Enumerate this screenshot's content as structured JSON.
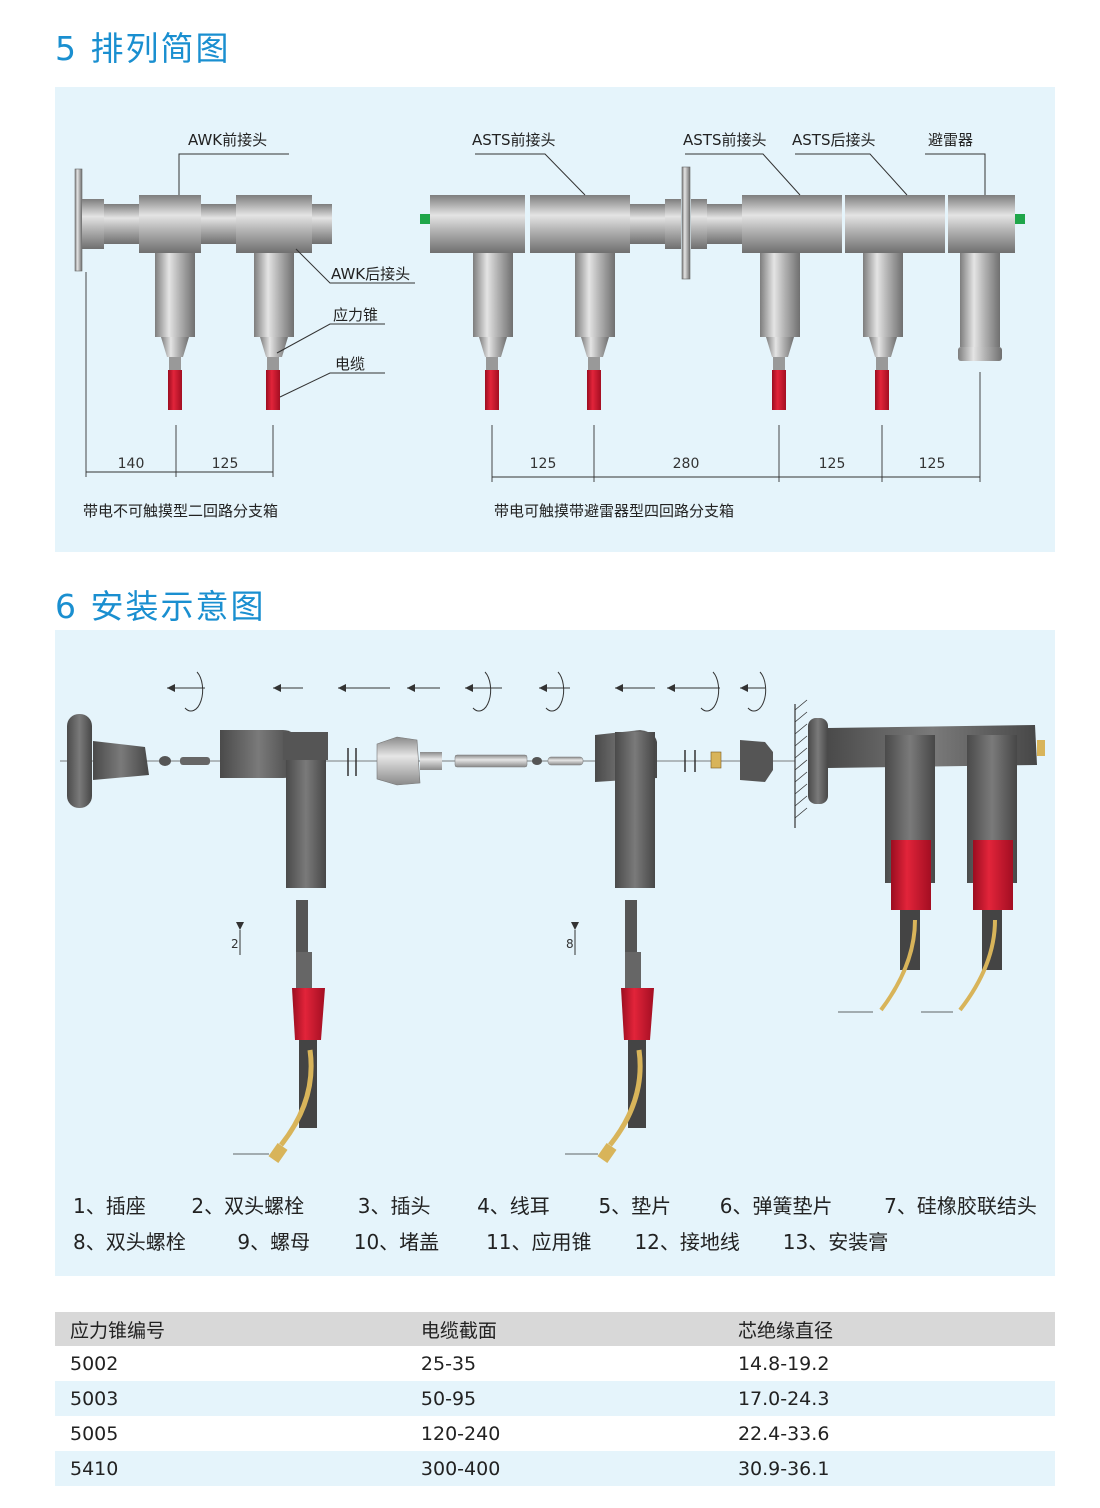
{
  "section5": {
    "title": "5 排列简图",
    "labels": {
      "awk_front": "AWK前接头",
      "awk_back": "AWK后接头",
      "stress_cone": "应力锥",
      "cable": "电缆",
      "asts_front_1": "ASTS前接头",
      "asts_front_2": "ASTS前接头",
      "asts_back": "ASTS后接头",
      "arrester": "避雷器"
    },
    "dims_left": [
      "140",
      "125"
    ],
    "dims_right": [
      "125",
      "280",
      "125",
      "125"
    ],
    "caption_left": "带电不可触摸型二回路分支箱",
    "caption_right": "带电可触摸带避雷器型四回路分支箱"
  },
  "section6": {
    "title": "6 安装示意图",
    "step_left": "2",
    "step_right": "8",
    "legend_row1": [
      "1、插座",
      "2、双头螺栓",
      "3、插头",
      "4、线耳",
      "5、垫片",
      "6、弹簧垫片",
      "7、硅橡胶联结头"
    ],
    "legend_row2": [
      "8、双头螺栓",
      "9、螺母",
      "10、堵盖",
      "11、应用锥",
      "12、接地线",
      "13、安装膏"
    ]
  },
  "table": {
    "headers": [
      "应力锥编号",
      "电缆截面",
      "芯绝缘直径"
    ],
    "rows": [
      [
        "5002",
        "25-35",
        "14.8-19.2"
      ],
      [
        "5003",
        "50-95",
        "17.0-24.3"
      ],
      [
        "5005",
        "120-240",
        "22.4-33.6"
      ],
      [
        "5410",
        "300-400",
        "30.9-36.1"
      ]
    ]
  },
  "colors": {
    "title_blue": "#1a8fd0",
    "panel_bg": "#e5f4fb",
    "cable_red": "#c8102e",
    "rubber_gray": "#5b5b5b",
    "earth_wire_yellow": "#d8b45a",
    "end_cap_green": "#1fa64a"
  }
}
